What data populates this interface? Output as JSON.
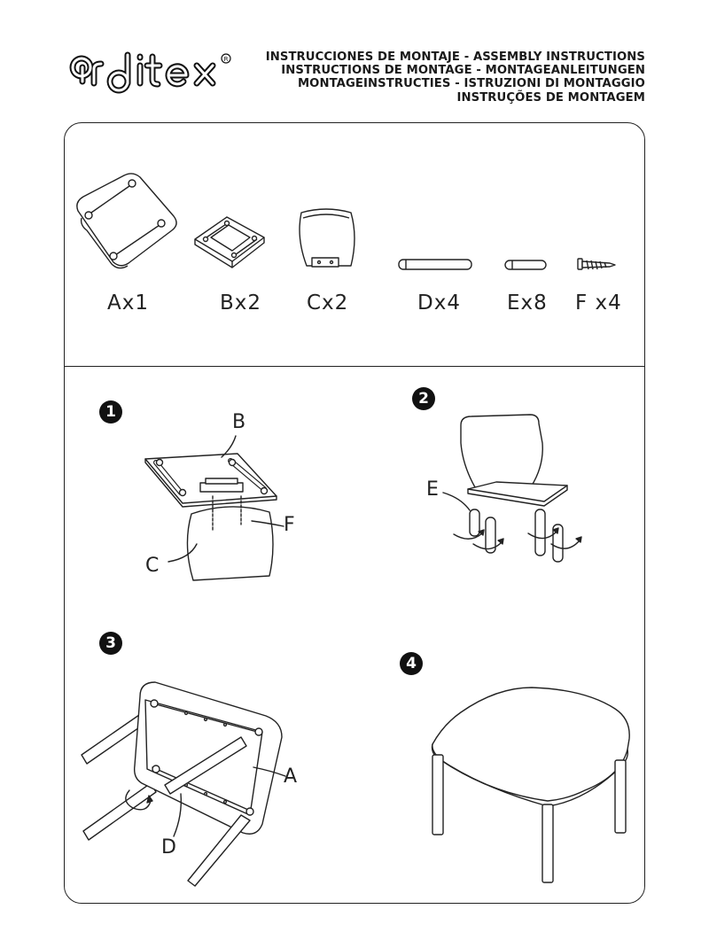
{
  "brand": {
    "name": "arditex"
  },
  "header": {
    "lines": [
      "INSTRUCCIONES DE MONTAJE - ASSEMBLY INSTRUCTIONS",
      "INSTRUCTIONS DE MONTAGE - MONTAGEANLEITUNGEN",
      "MONTAGEINSTRUCTIES - ISTRUZIONI DI MONTAGGIO",
      "INSTRUÇÕES DE MONTAGEM"
    ]
  },
  "parts": [
    {
      "label": "Ax1"
    },
    {
      "label": "Bx2"
    },
    {
      "label": "Cx2"
    },
    {
      "label": "Dx4"
    },
    {
      "label": "Ex8"
    },
    {
      "label": "F x4"
    }
  ],
  "steps": [
    {
      "number": "1",
      "callouts": [
        "B",
        "F",
        "C"
      ]
    },
    {
      "number": "2",
      "callouts": [
        "E"
      ]
    },
    {
      "number": "3",
      "callouts": [
        "A",
        "D"
      ]
    },
    {
      "number": "4"
    }
  ]
}
